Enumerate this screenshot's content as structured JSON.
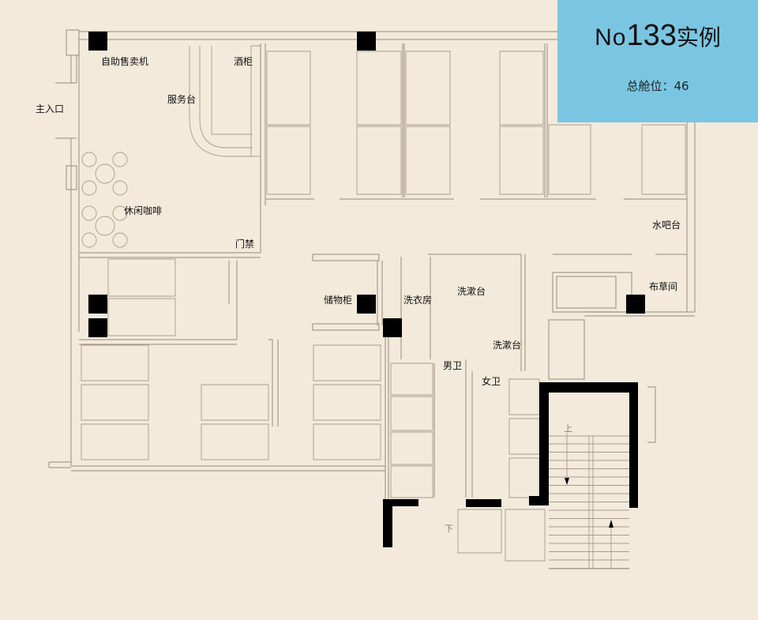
{
  "info": {
    "prefix": "No",
    "number": "133",
    "suffix": "实例",
    "capacity_label": "总舱位：",
    "capacity_value": "46"
  },
  "colors": {
    "background": "#f3eadb",
    "info_box": "#7ac6e2",
    "wall_line": "#a89c8c",
    "column": "#000000"
  },
  "labels": {
    "vending": "自助售卖机",
    "wine_cabinet": "酒柜",
    "entrance": "主入口",
    "service_desk": "服务台",
    "cafe": "休闲咖啡",
    "access_control": "门禁",
    "water_bar": "水吧台",
    "linen_room": "布草间",
    "storage": "储物柜",
    "laundry": "洗衣房",
    "wash_basin_1": "洗漱台",
    "wash_basin_2": "洗漱台",
    "mens_wc": "男卫",
    "womens_wc": "女卫",
    "stairs_up": "上",
    "stairs_down": "下"
  }
}
